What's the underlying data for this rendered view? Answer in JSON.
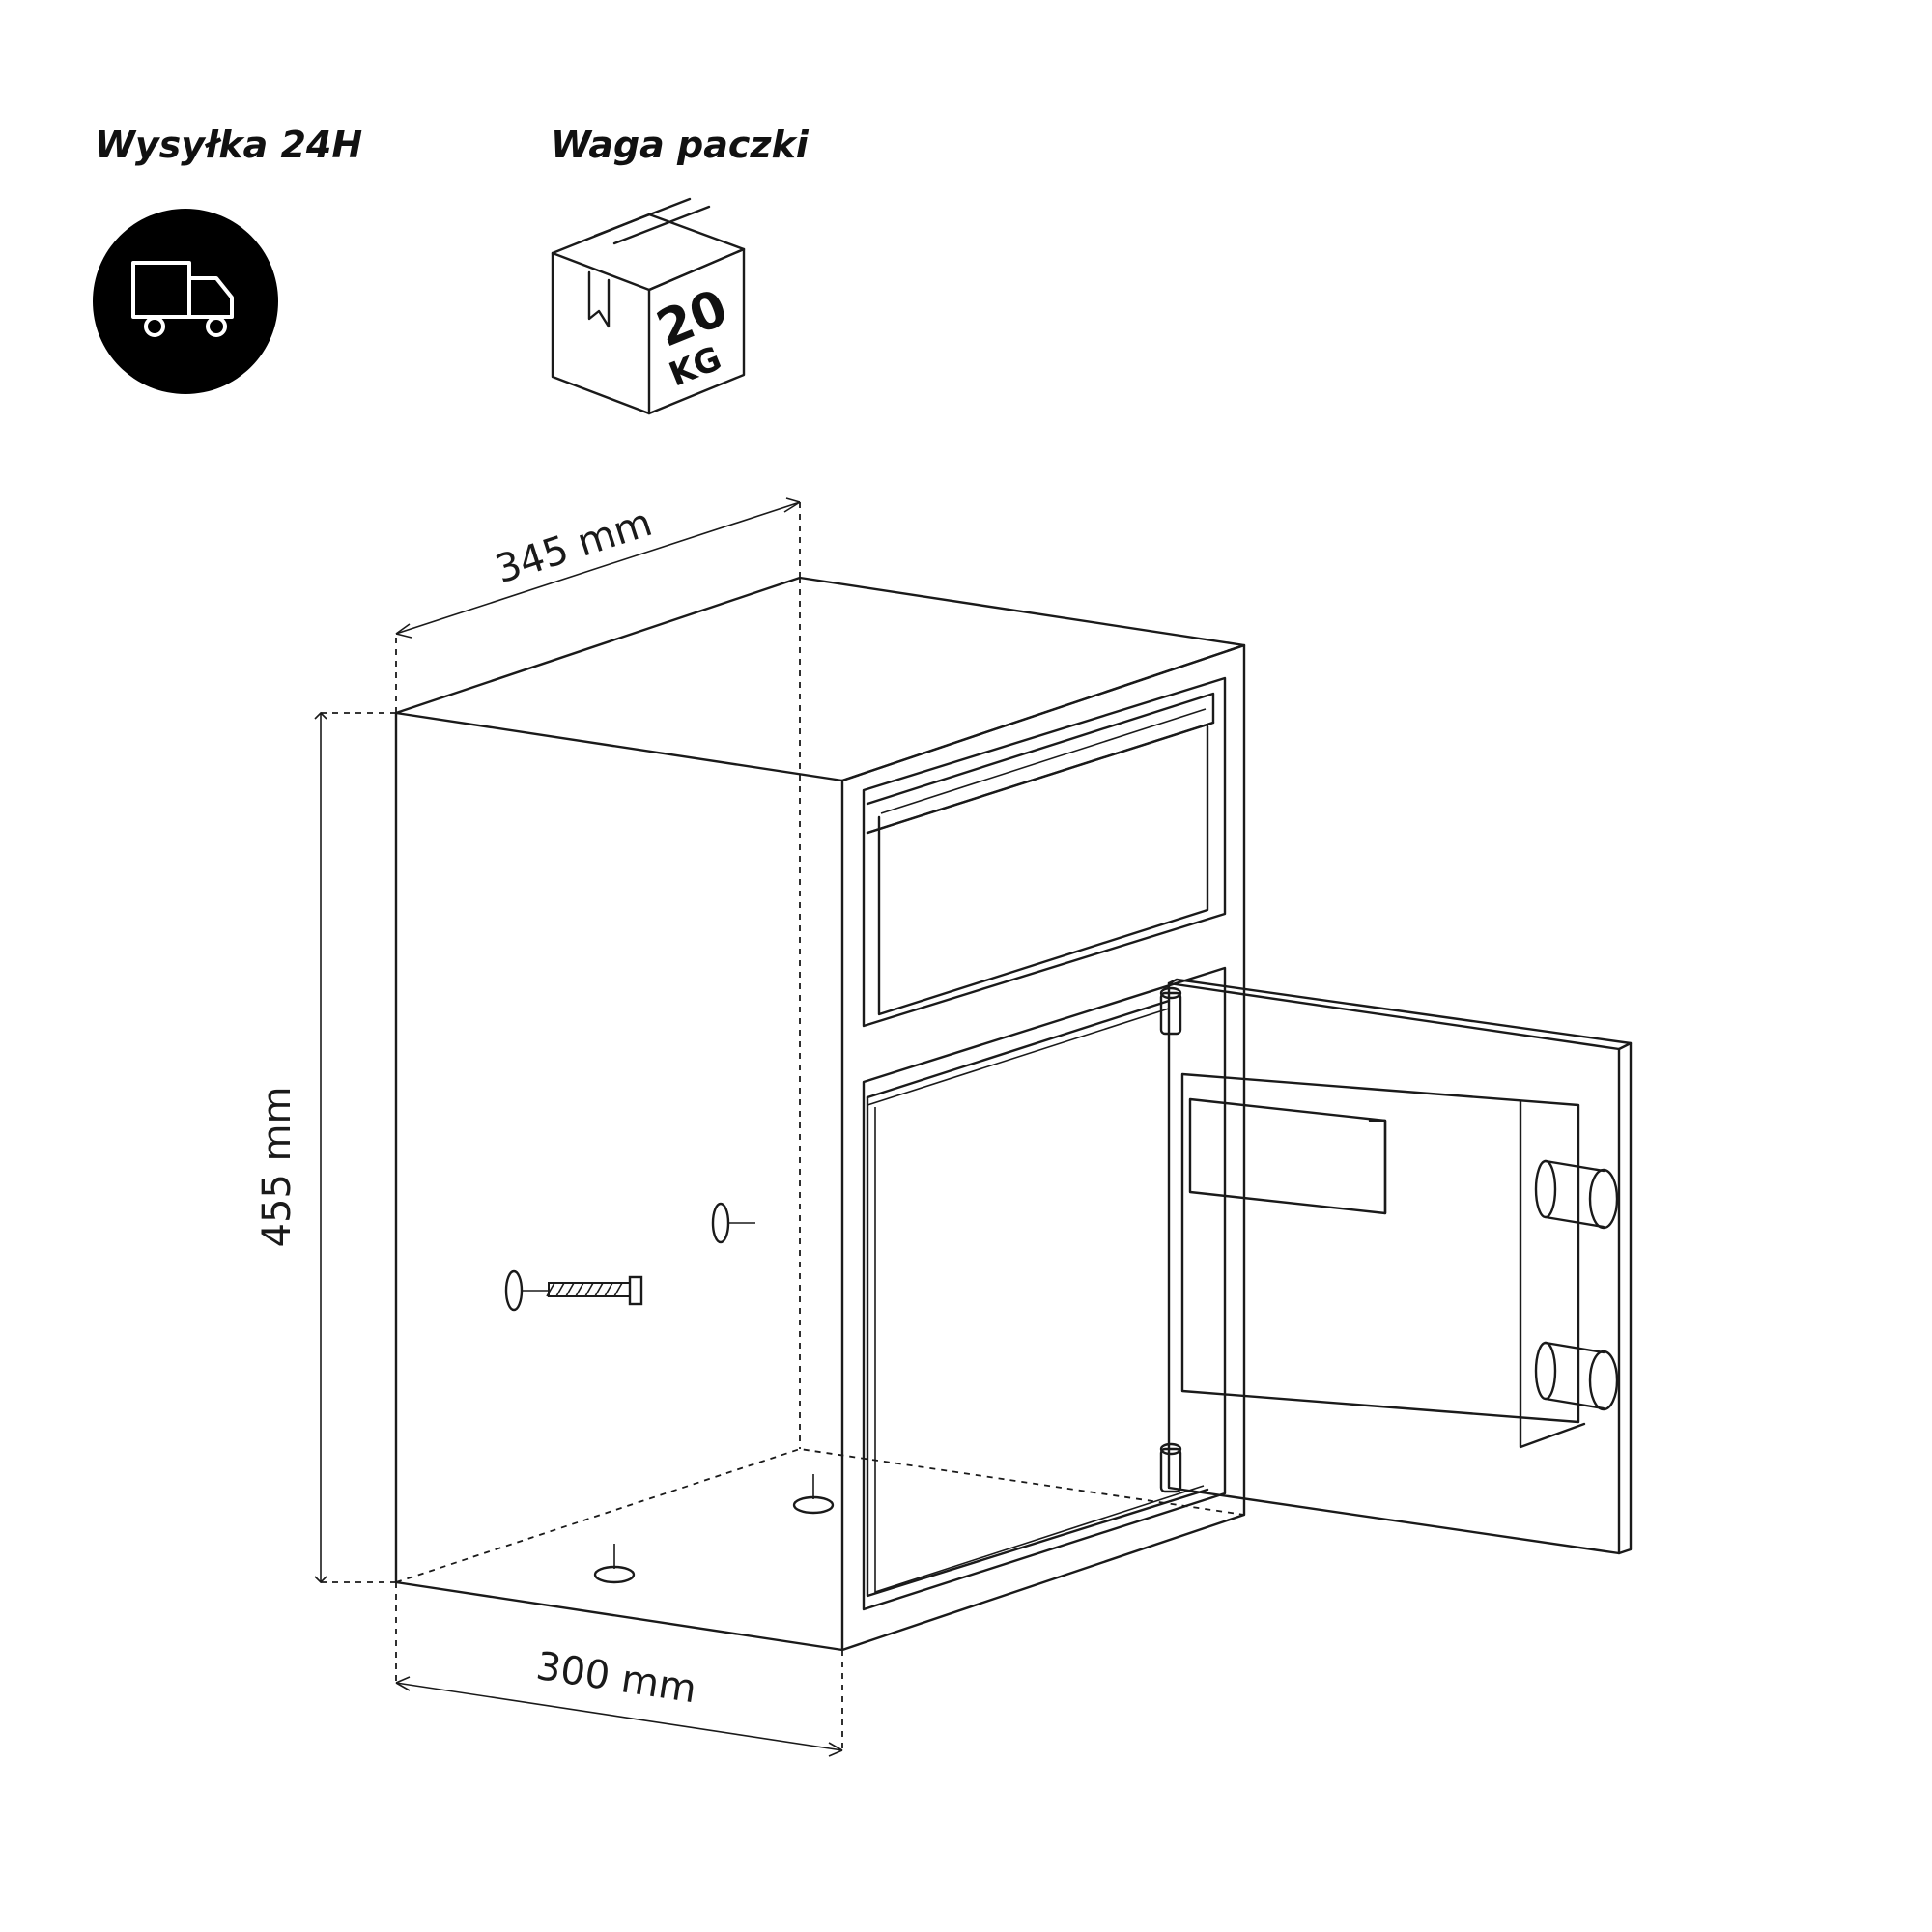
{
  "badges": {
    "shipping_label": "Wysyłka 24H",
    "weight_label": "Waga paczki",
    "weight_value": "20",
    "weight_unit": "KG"
  },
  "icons": {
    "shipping": "truck-icon",
    "weight": "package-box-icon"
  },
  "dimensions": {
    "depth": "345 mm",
    "height": "455 mm",
    "width": "300 mm"
  },
  "colors": {
    "line": "#1a1a1a",
    "badge_fill": "#000000",
    "background": "#ffffff"
  }
}
